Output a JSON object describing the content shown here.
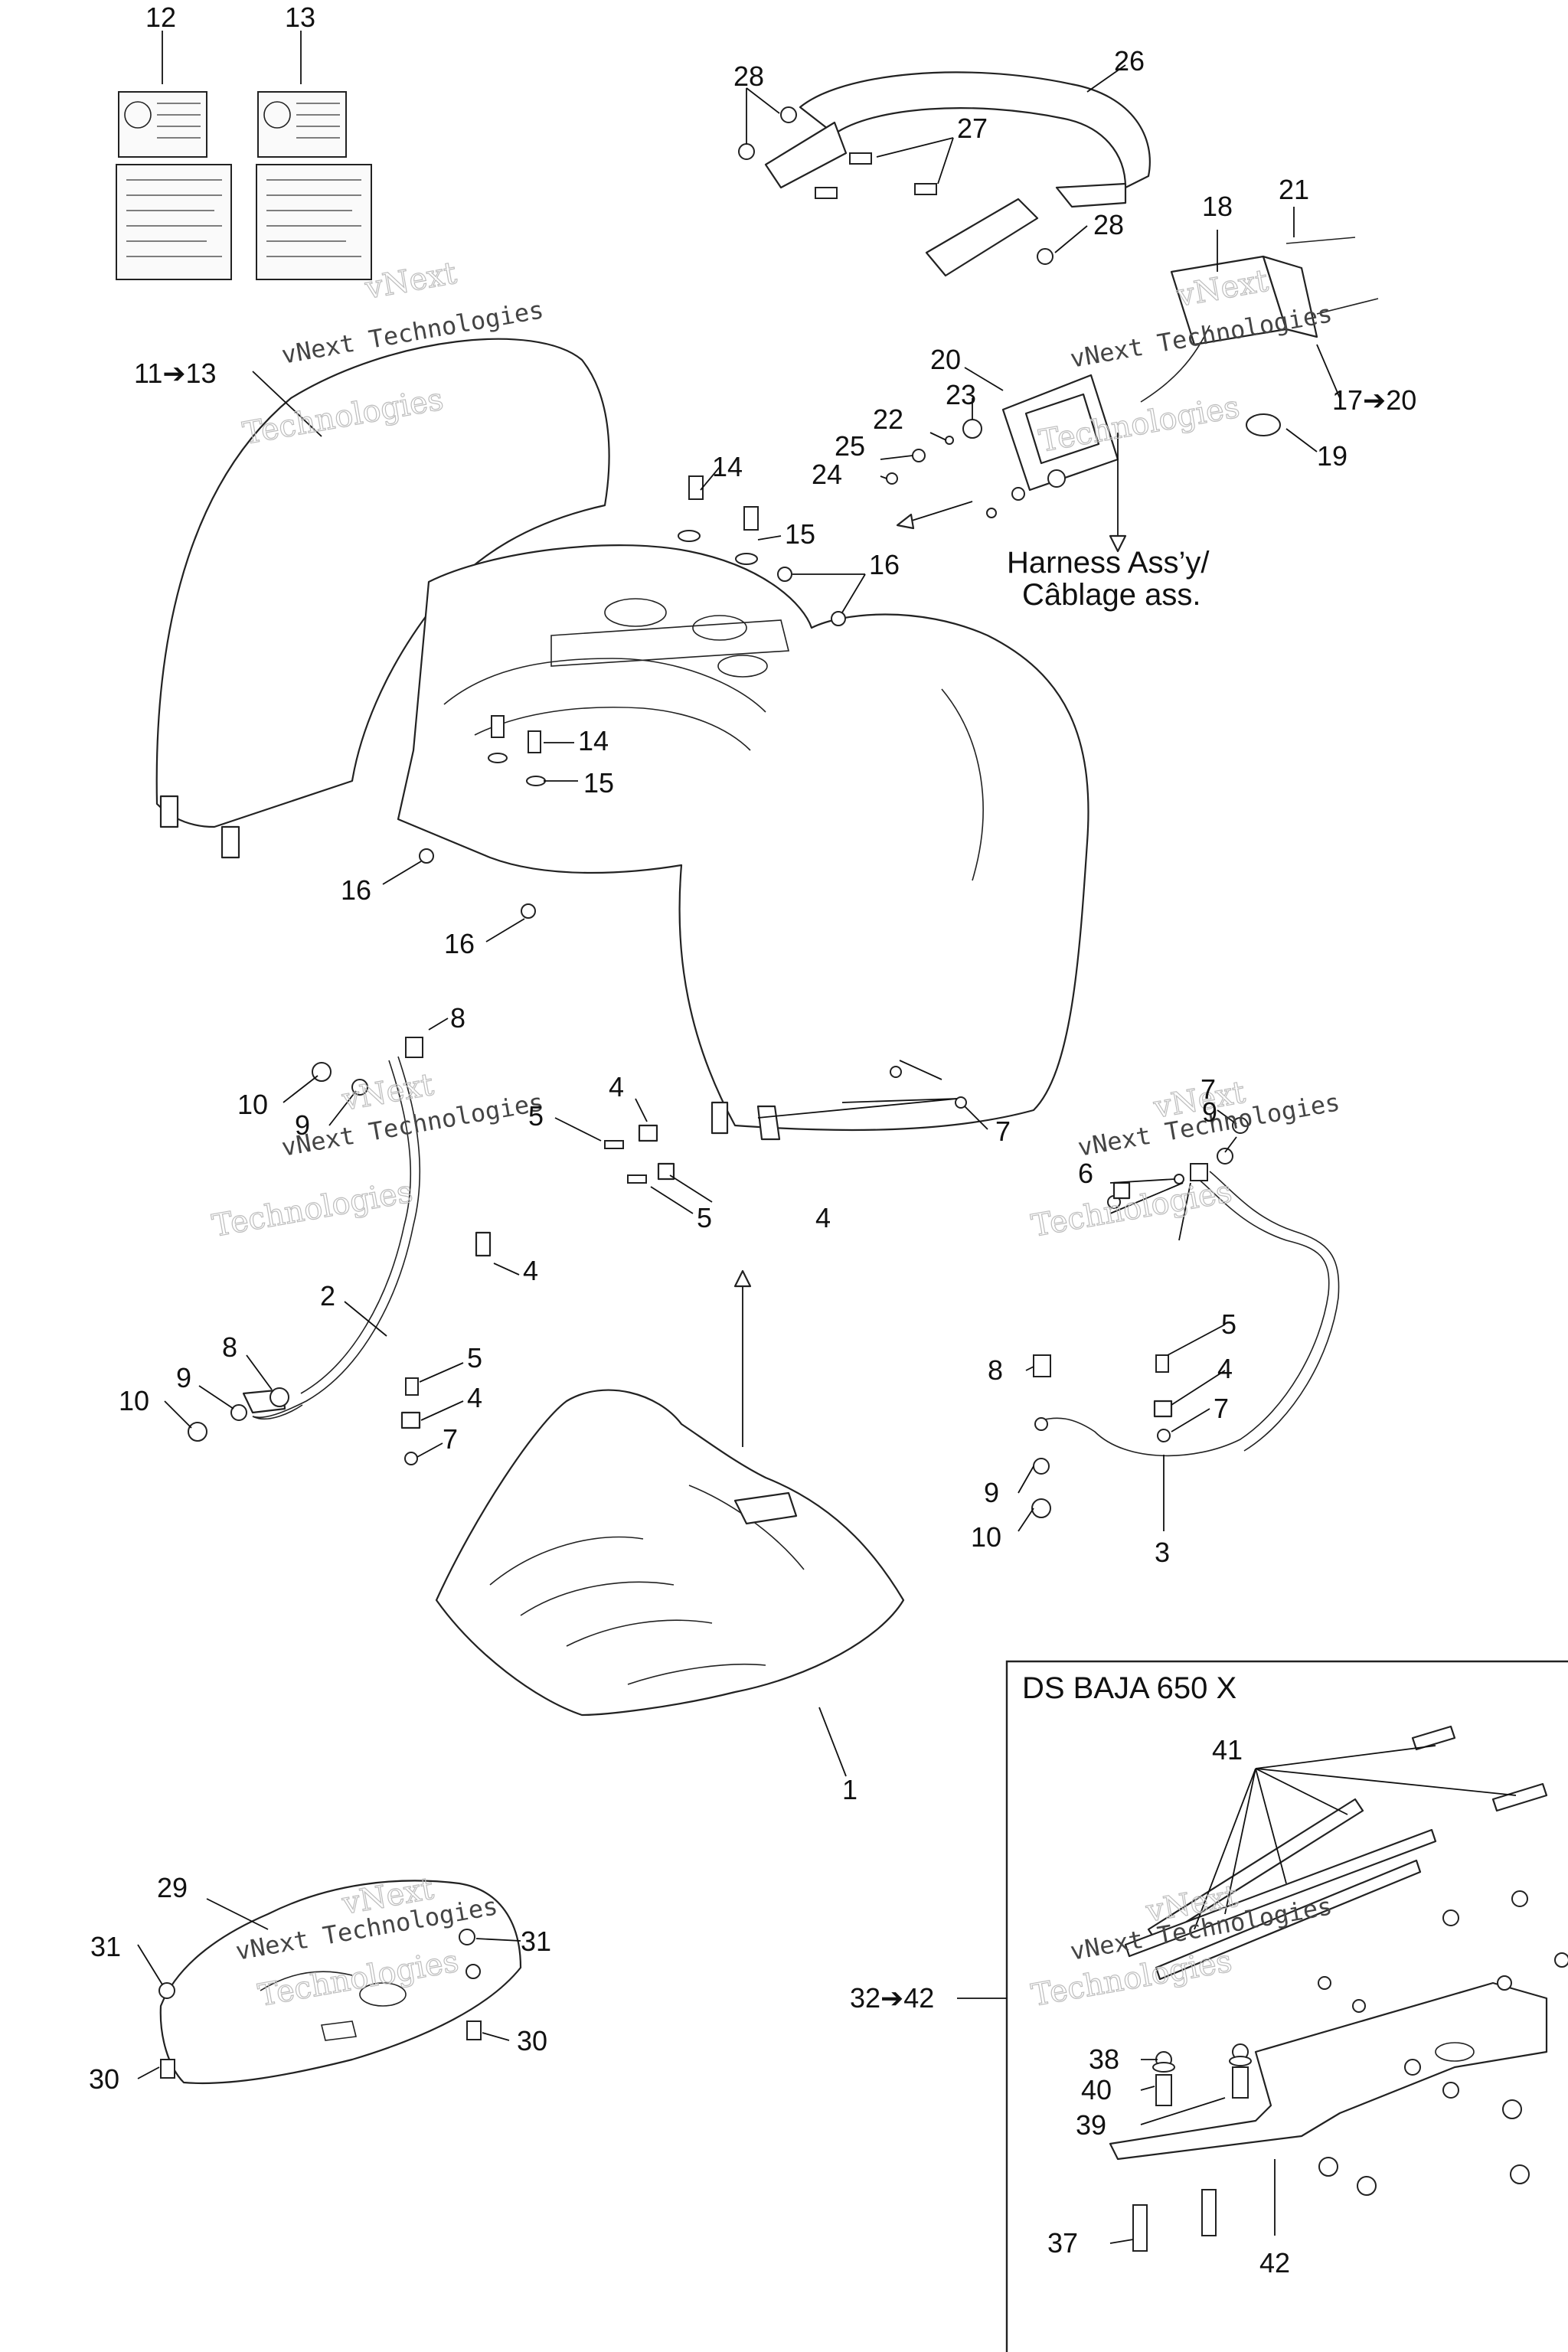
{
  "callouts": {
    "c12": "12",
    "c13": "13",
    "c26": "26",
    "c28a": "28",
    "c27": "27",
    "c28b": "28",
    "c18": "18",
    "c21": "21",
    "c20": "20",
    "c23": "23",
    "c22": "22",
    "c25": "25",
    "c24": "24",
    "c17_20": "17➔20",
    "c19": "19",
    "c11_13": "11➔13",
    "c14a": "14",
    "c15a": "15",
    "c16a": "16",
    "c14b": "14",
    "c15b": "15",
    "c16b": "16",
    "c16c": "16",
    "c8a": "8",
    "c10a": "10",
    "c9a": "9",
    "c4a": "4",
    "c5a": "5",
    "c7a": "7",
    "c5b": "5",
    "c4b": "4",
    "c4c": "4",
    "c2": "2",
    "c8b": "8",
    "c9b": "9",
    "c10b": "10",
    "c5c": "5",
    "c4d": "4",
    "c7b": "7",
    "c7c": "7",
    "c9c": "9",
    "c6": "6",
    "c5d": "5",
    "c4e": "4",
    "c8c": "8",
    "c7d": "7",
    "c9d": "9",
    "c10c": "10",
    "c3": "3",
    "c1": "1",
    "c29": "29",
    "c31a": "31",
    "c31b": "31",
    "c30a": "30",
    "c30b": "30",
    "c32_42": "32➔42",
    "c41": "41",
    "c38": "38",
    "c40": "40",
    "c39": "39",
    "c37": "37",
    "c42": "42"
  },
  "harness_note": {
    "line1": "Harness Ass’y/",
    "line2": "Câblage ass."
  },
  "inset_title": "DS BAJA 650 X",
  "watermark": {
    "line1": "vNext",
    "line2": "vNext Technologies",
    "line3": "Technologies"
  }
}
